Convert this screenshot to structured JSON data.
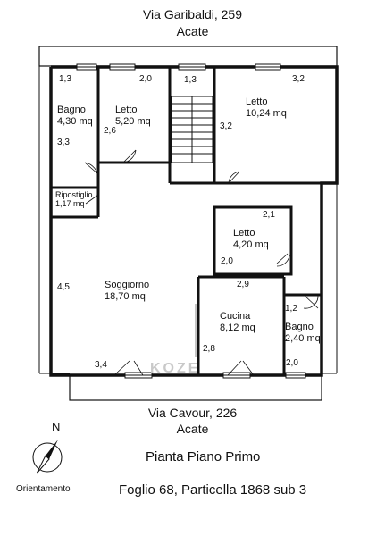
{
  "header": {
    "street": "Via Garibaldi, 259",
    "city": "Acate"
  },
  "footer": {
    "street": "Via Cavour, 226",
    "city": "Acate"
  },
  "title": "Pianta Piano Primo",
  "cadastral": "Foglio 68, Particella 1868 sub 3",
  "compass": {
    "north_label": "N",
    "label": "Orientamento"
  },
  "watermark": "KOZE",
  "rooms": {
    "bagno_top": {
      "name": "Bagno",
      "area": "4,30 mq"
    },
    "letto_1": {
      "name": "Letto",
      "area": "5,20 mq"
    },
    "letto_2": {
      "name": "Letto",
      "area": "10,24 mq"
    },
    "ripostiglio": {
      "name": "Ripostiglio",
      "area": "1,17 mq"
    },
    "letto_3": {
      "name": "Letto",
      "area": "4,20 mq"
    },
    "soggiorno": {
      "name": "Soggiorno",
      "area": "18,70 mq"
    },
    "cucina": {
      "name": "Cucina",
      "area": "8,12 mq"
    },
    "bagno_bottom": {
      "name": "Bagno",
      "area": "2,40 mq"
    }
  },
  "dimensions": {
    "d_1_3_a": "1,3",
    "d_2_0_a": "2,0",
    "d_1_3_b": "1,3",
    "d_3_2_a": "3,2",
    "d_3_3": "3,3",
    "d_2_6": "2,6",
    "d_3_2_b": "3,2",
    "d_2_1": "2,1",
    "d_2_0_b": "2,0",
    "d_4_5": "4,5",
    "d_2_9": "2,9",
    "d_1_2": "1,2",
    "d_2_8": "2,8",
    "d_3_4": "3,4",
    "d_2_0_c": "2,0"
  }
}
